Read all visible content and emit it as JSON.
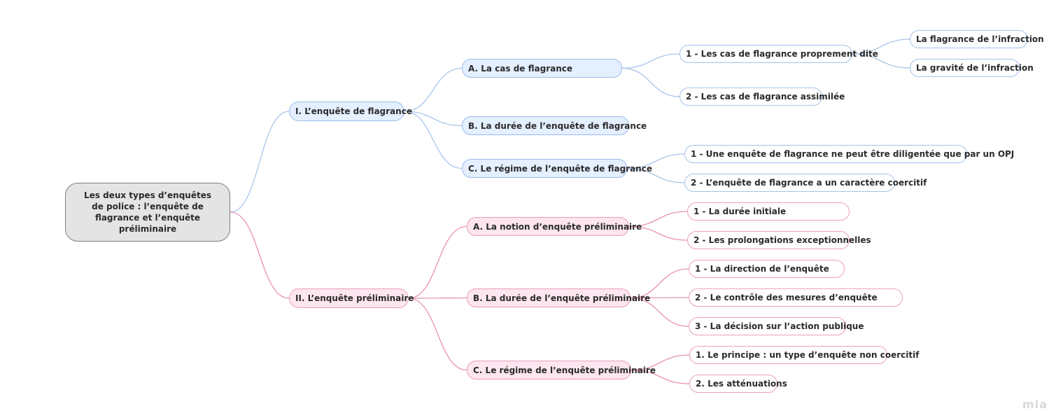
{
  "colors": {
    "blue_branch": "#a9c6ea",
    "pink_branch": "#e892b6"
  },
  "root": "Les deux types d’enquêtes de police : l’enquête de flagrance et l’enquête préliminaire",
  "branches": {
    "flagrance": {
      "label": "I. L’enquête de flagrance",
      "a": {
        "label": "A. La cas de flagrance",
        "c1": "1 - Les cas de flagrance proprement dite",
        "c1a": "La flagrance de l’infraction",
        "c1b": "La gravité de l’infraction",
        "c2": "2 - Les cas de flagrance assimilée"
      },
      "b": {
        "label": "B. La durée de l’enquête de flagrance"
      },
      "c": {
        "label": "C. Le régime de l’enquête de flagrance",
        "c1": "1 - Une enquête de flagrance ne peut être diligentée que par un OPJ",
        "c2": "2 - L’enquête de flagrance a un caractère coercitif"
      }
    },
    "preliminaire": {
      "label": "II. L’enquête préliminaire",
      "a": {
        "label": "A. La notion d’enquête préliminaire",
        "c1": "1 - La durée initiale",
        "c2": "2 - Les prolongations exceptionnelles"
      },
      "b": {
        "label": "B. La durée de l’enquête préliminaire",
        "c1": "1 - La direction de l’enquête",
        "c2": "2 - Le contrôle des mesures d’enquête",
        "c3": "3 - La décision sur l’action publique"
      },
      "c": {
        "label": "C. Le régime de l’enquête préliminaire",
        "c1": "1. Le principe : un type d’enquête non coercitif",
        "c2": "2. Les atténuations"
      }
    }
  },
  "watermark": "mia"
}
